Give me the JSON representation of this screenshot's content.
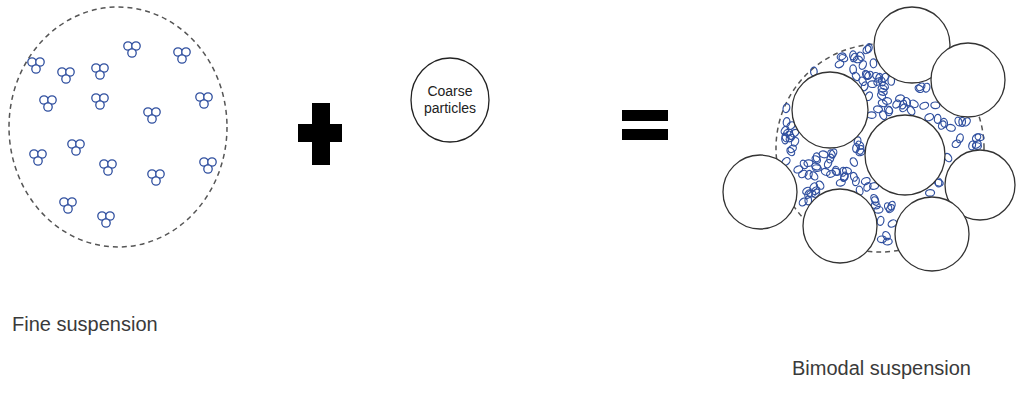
{
  "diagram": {
    "nodes": [
      {
        "text": [
          "Fine suspension"
        ]
      },
      {
        "text": [
          "Coarse particles"
        ]
      },
      {
        "text": [
          "Bimodal suspension"
        ]
      }
    ]
  }
}
